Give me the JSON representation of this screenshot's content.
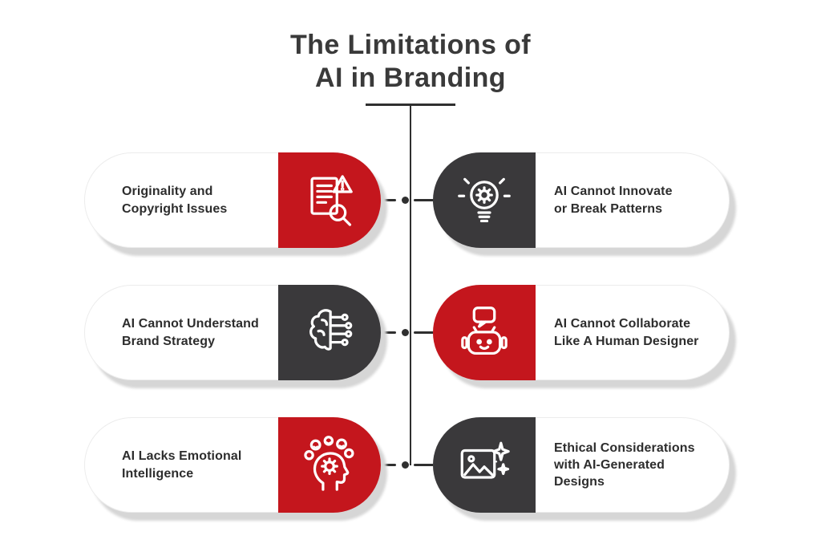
{
  "title": {
    "line1": "The Limitations of",
    "line2": "AI in Branding"
  },
  "colors": {
    "red": "#c4161d",
    "dark": "#3a393b",
    "title": "#3a3a3a",
    "text": "#2d2d2d",
    "line": "#2f2f2f",
    "shadow": "#d6d6d6"
  },
  "cards": [
    {
      "label": "Originality and\nCopyright Issues",
      "icon": "document-warning-search-icon",
      "accent": "red",
      "column": "left",
      "row": 1
    },
    {
      "label": "AI Cannot Innovate\nor Break Patterns",
      "icon": "lightbulb-gear-icon",
      "accent": "dark",
      "column": "right",
      "row": 1
    },
    {
      "label": "AI Cannot Understand\nBrand Strategy",
      "icon": "brain-circuit-icon",
      "accent": "dark",
      "column": "left",
      "row": 2
    },
    {
      "label": "AI Cannot Collaborate\nLike A Human Designer",
      "icon": "robot-chat-icon",
      "accent": "red",
      "column": "right",
      "row": 2
    },
    {
      "label": "AI Lacks Emotional\nIntelligence",
      "icon": "head-gear-emotions-icon",
      "accent": "red",
      "column": "left",
      "row": 3
    },
    {
      "label": "Ethical Considerations\nwith AI-Generated\nDesigns",
      "icon": "image-sparkles-icon",
      "accent": "dark",
      "column": "right",
      "row": 3
    }
  ]
}
